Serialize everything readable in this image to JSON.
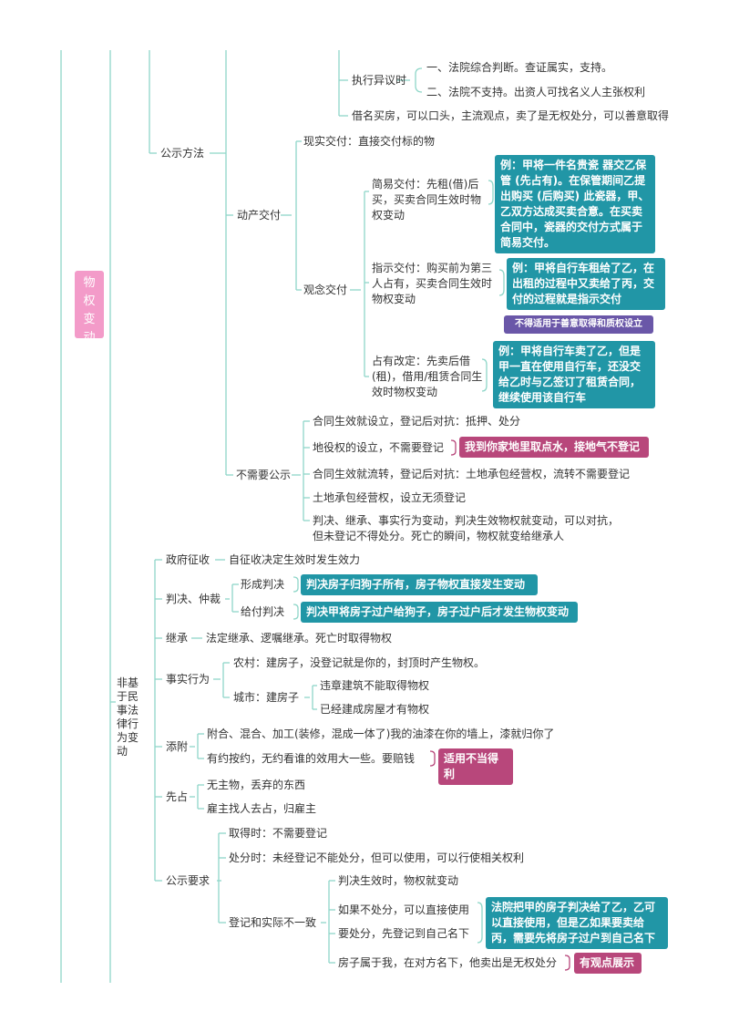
{
  "root": {
    "chars": [
      "物",
      "权",
      "变",
      "动"
    ]
  },
  "colors": {
    "accent_teal": "#2196a6",
    "accent_pink": "#b8477b",
    "accent_purple": "#6a57a8",
    "root_pink": "#f39bc9",
    "branch_line": "#8ed6c8"
  },
  "top": {
    "exec_objection": "执行异议时",
    "exec_1": "一、法院综合判断。查证属实，支持。",
    "exec_2": "二、法院不支持。出资人可找名义人主张权利",
    "borrowed_name": "借名买房，可以口头，主流观点，卖了是无权处分，可以善意取得"
  },
  "publicity": {
    "label": "公示方法",
    "real_delivery": "现实交付：直接交付标的物",
    "movable": "动产交付",
    "concept": "观念交付",
    "simple": "简易交付：先租(借)后买，买卖合同生效时物权变动",
    "simple_ex": "例：甲将一件名贵瓷 器交乙保管 (先占有)。在保管期间乙提出购买 (后购买) 此瓷器，甲、乙双方达成买卖合意。在买卖合同中，瓷器的交付方式属于简易交付。",
    "indicate": "指示交付：购买前为第三人占有，买卖合同生效时物权变动",
    "indicate_ex": "例：甲将自行车租给了乙，在出租的过程中又卖给了丙，交付的过程就是指示交付",
    "not_apply": "不得适用于善意取得和质权设立",
    "possession": "占有改定：先卖后借(租)，借用/租赁合同生效时物权变动",
    "possession_ex": "例：甲将自行车卖了乙，但是甲一直在使用自行车，还没交给乙时与乙签订了租赁合同，继续使用该自行车",
    "no_need": "不需要公示",
    "n1": "合同生效就设立，登记后对抗：抵押、处分",
    "n2": "地役权的设立，不需要登记",
    "n2_tag": "我到你家地里取点水，接地气不登记",
    "n3": "合同生效就流转，登记后对抗：土地承包经营权，流转不需要登记",
    "n4": "土地承包经营权，设立无须登记",
    "n5a": "判决、继承、事实行为变动，判决生效物权就变动，可以对抗，",
    "n5b": "但未登记不得处分。死亡的瞬间，物权就变给继承人"
  },
  "non_civil": {
    "label": "非基于民事法律行为变动",
    "gov": "政府征收",
    "gov_t": "自征收决定生效时发生效力",
    "judge": "判决、仲裁",
    "form": "形成判决",
    "form_tag": "判决房子归狗子所有，房子物权直接发生变动",
    "give": "给付判决",
    "give_tag": "判决甲将房子过户给狗子，房子过户后才发生物权变动",
    "inherit": "继承",
    "inherit_t": "法定继承、逻嘱继承。死亡时取得物权",
    "fact": "事实行为",
    "village": "农村：建房子，没登记就是你的，封顶时产生物权。",
    "city": "城市：建房子",
    "city_1": "违章建筑不能取得物权",
    "city_2": "已经建成房屋才有物权",
    "attach": "添附",
    "attach_1": "附合、混合、加工(装修，混成一体了)我的油漆在你的墙上，漆就归你了",
    "attach_2": "有约按约，无约看谁的效用大一些。要赔钱",
    "attach_tag": "适用不当得利",
    "first": "先占",
    "first_1": "无主物，丢弃的东西",
    "first_2": "雇主找人去占，归雇主",
    "req": "公示要求",
    "req_1": "取得时：不需要登记",
    "req_2": "处分时：未经登记不能处分，但可以使用，可以行使相关权利",
    "mismatch": "登记和实际不一致",
    "m1": "判决生效时，物权就变动",
    "m2": "如果不处分，可以直接使用",
    "m3": "要处分，先登记到自己名下",
    "m_tag": "法院把甲的房子判决给了乙，乙可以直接使用，但是乙如果要卖给丙，需要先将房子过户到自己名下",
    "m4": "房子属于我，在对方名下，他卖出是无权处分",
    "m4_tag": "有观点展示"
  }
}
